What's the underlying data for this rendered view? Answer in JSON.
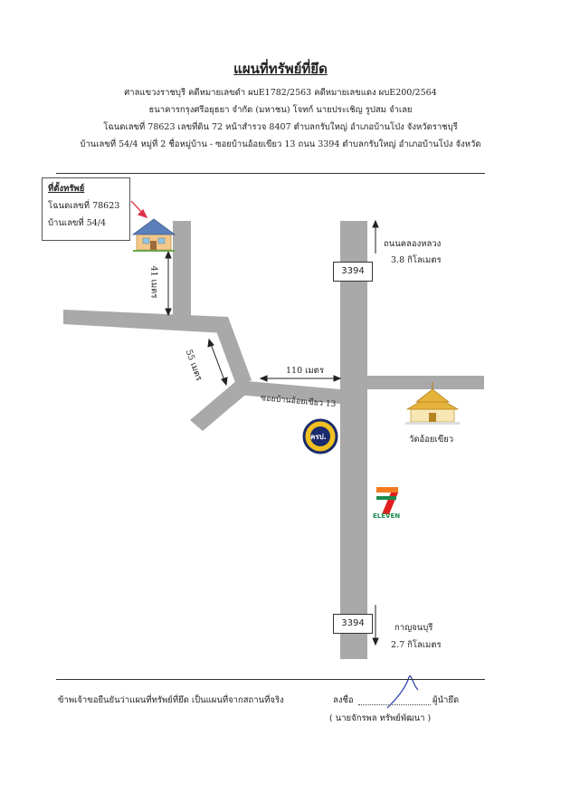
{
  "header": {
    "title": "แผนที่ทรัพย์ที่ยึด",
    "line1": "ศาลแขวงราชบุรี  คดีหมายเลขดำ ผบE1782/2563  คดีหมายเลขแดง ผบE200/2564",
    "line2": "ธนาคารกรุงศรีอยุธยา จำกัด (มหาชน) โจทก์  นายประเชิญ  รูปสม จำเลย",
    "line3": "โฉนดเลขที่ 78623 เลขที่ดิน 72  หน้าสำรวจ 8407  ตำบลกรับใหญ่  อำเภอบ้านโป่ง  จังหวัดราชบุรี",
    "line4": "บ้านเลขที่ 54/4 หมู่ที่ 2 ชื่อหมู่บ้าน -  ซอยบ้านอ้อยเขียว 13 ถนน 3394 ตำบลกรับใหญ่  อำเภอบ้านโป่ง  จังหวัด"
  },
  "property_box": {
    "title": "ที่ตั้งทรัพย์",
    "deed": "โฉนดเลขที่ 78623",
    "house_no": "บ้านเลขที่ 54/4"
  },
  "map": {
    "road_number_top": "3394",
    "road_number_bottom": "3394",
    "north_dest": "ถนนคลองหลวง",
    "north_distance": "3.8 กิโลเมตร",
    "south_dest": "กาญจนบุรี",
    "south_distance": "2.7 กิโลเมตร",
    "dist_41": "41 เมตร",
    "dist_55": "55 เมตร",
    "dist_110": "110 เมตร",
    "soi_label": "ซอยบ้านอ้อยเขียว 13",
    "temple_label": "วัดอ้อยเขียว",
    "sevenEleven_text": "ELEVEN",
    "sevenEleven_number": "7",
    "logo_text": "ครป."
  },
  "footer": {
    "statement": "ข้าพเจ้าขอยืนยันว่าแผนที่ทรัพย์ที่ยึด เป็นแผนที่จากสถานที่จริง",
    "sign_prefix": "ลงชื่อ",
    "sign_suffix": "ผู้นำยึด",
    "signer_name": "( นายจักรพล   ทรัพย์พัฒนา )"
  },
  "colors": {
    "road": "#a9a9a9",
    "arrow_red": "#e0334a",
    "signature_blue": "#2a3fa8"
  }
}
